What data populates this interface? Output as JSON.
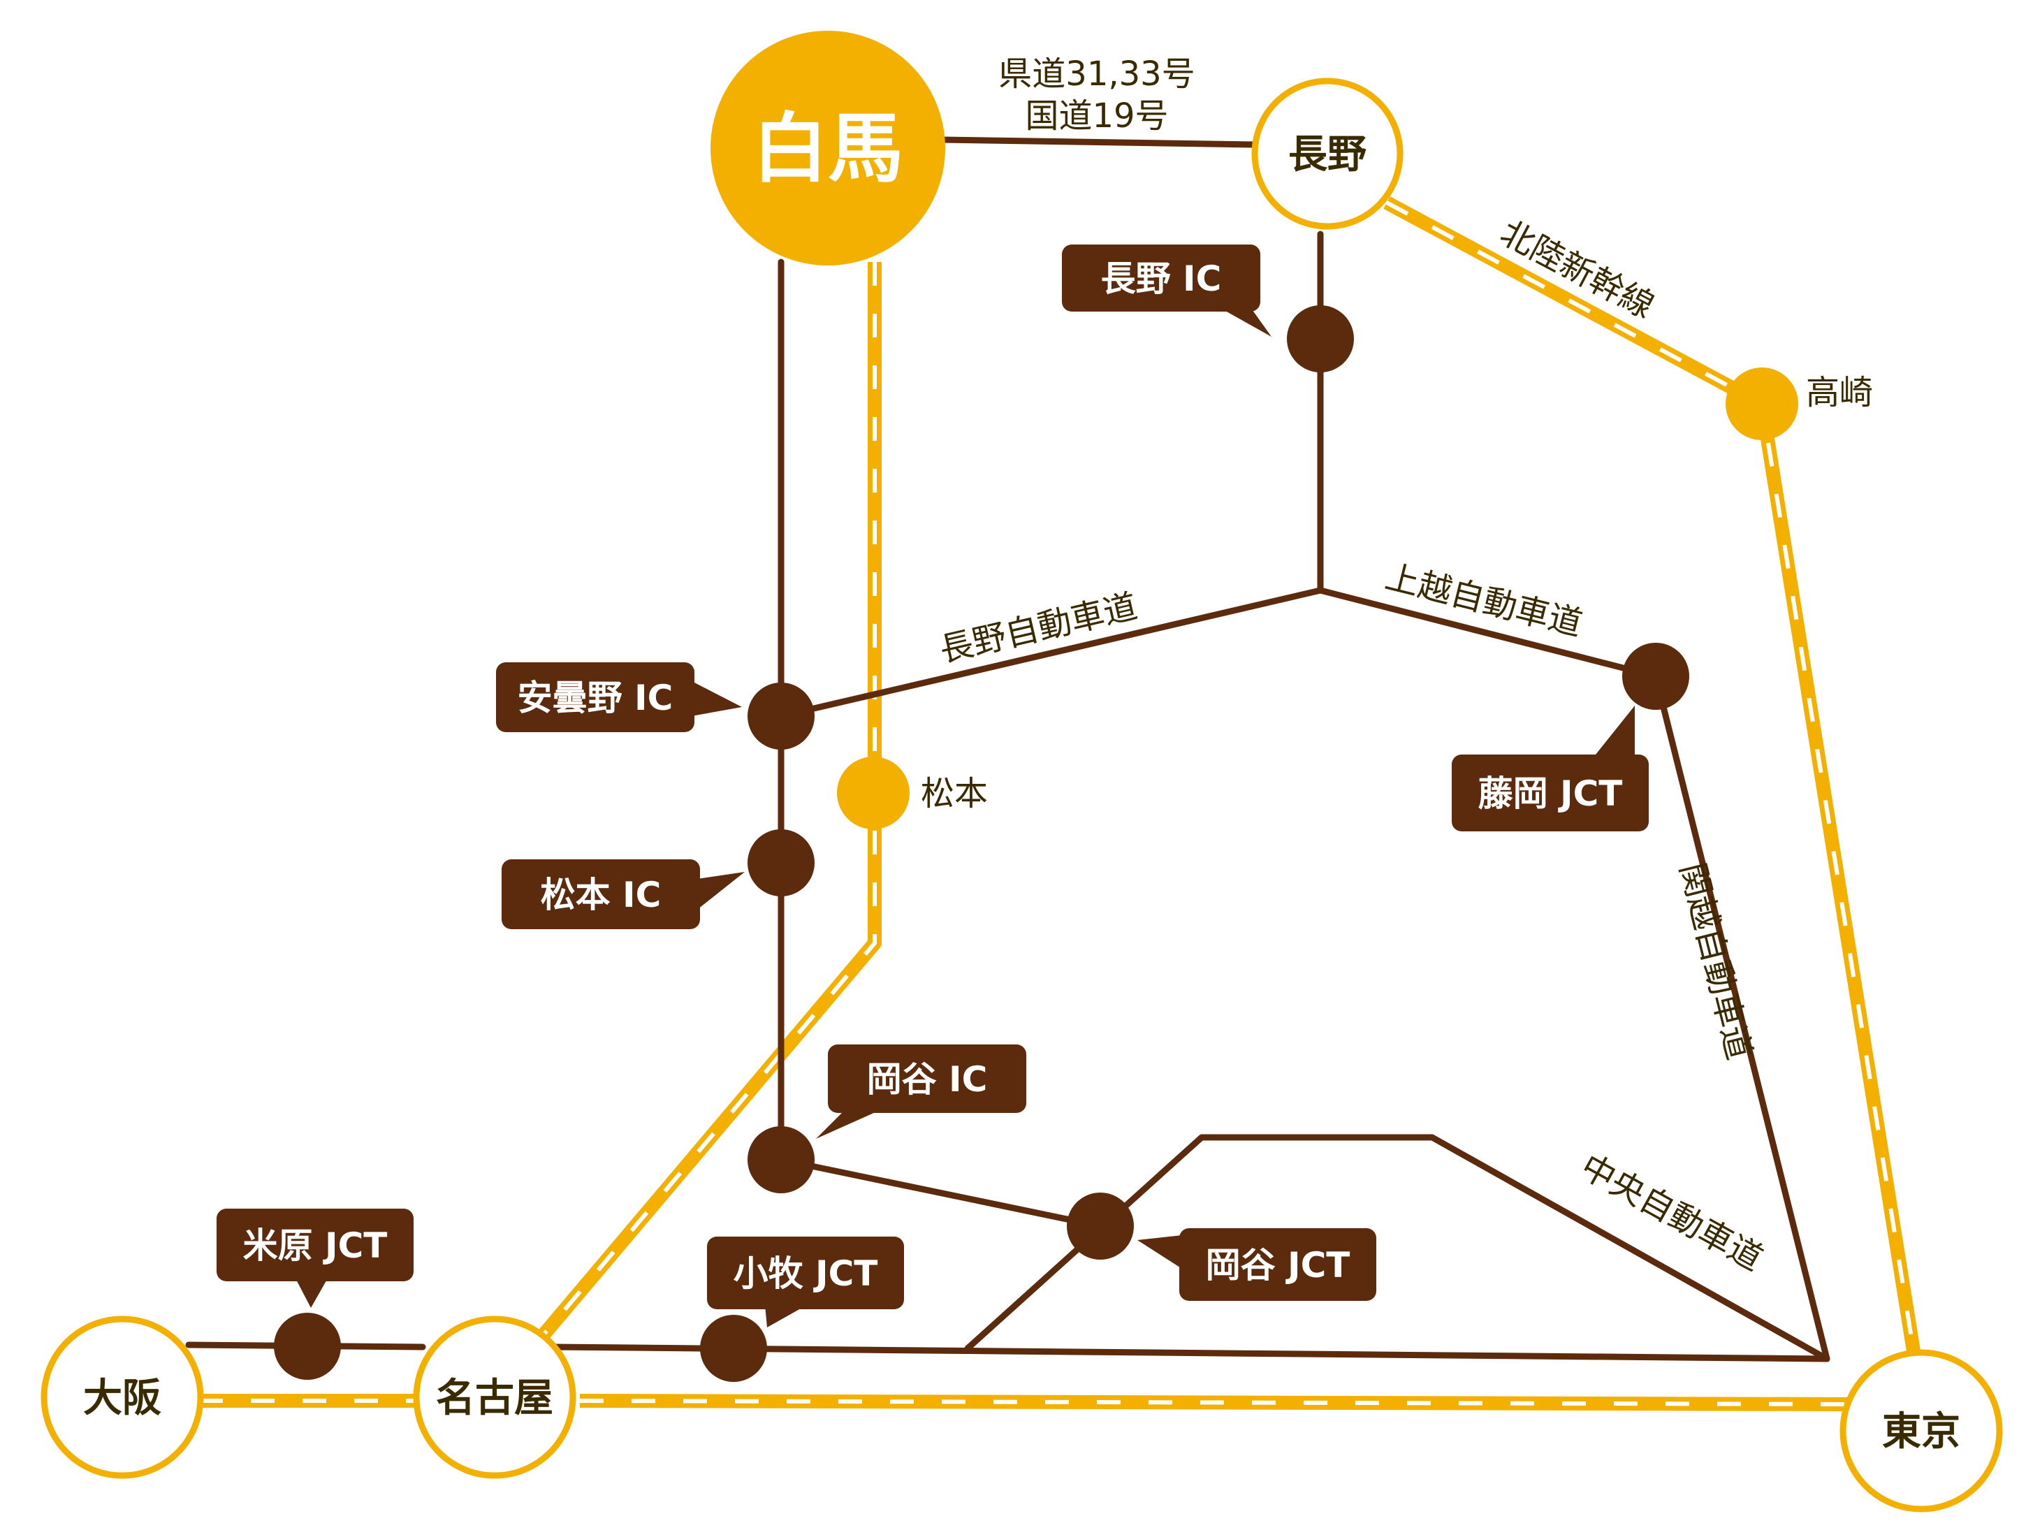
{
  "map": {
    "cities": {
      "hakuba": "白馬",
      "nagano": "長野",
      "osaka": "大阪",
      "nagoya": "名古屋",
      "tokyo": "東京"
    },
    "stations": {
      "takasaki": "高崎",
      "matsumoto": "松本"
    },
    "routes": {
      "prefectural_road": "県道31,33号",
      "national_road": "国道19号",
      "hokuriku_shinkansen": "北陸新幹線",
      "nagano_expressway": "長野自動車道",
      "joshinetsu_expressway": "上越自動車道",
      "kanetsu_expressway": "関越自動車道",
      "chuo_expressway": "中央自動車道"
    },
    "interchanges": {
      "nagano_ic": "長野 IC",
      "azumino_ic": "安曇野 IC",
      "matsumoto_ic": "松本 IC",
      "okaya_ic": "岡谷 IC",
      "fujioka_jct": "藤岡 JCT",
      "okaya_jct": "岡谷 JCT",
      "komaki_jct": "小牧 JCT",
      "maibara_jct": "米原 JCT"
    },
    "colors": {
      "road": "#5c2a0c",
      "rail": "#f4b000",
      "text": "#3a2a00"
    }
  }
}
